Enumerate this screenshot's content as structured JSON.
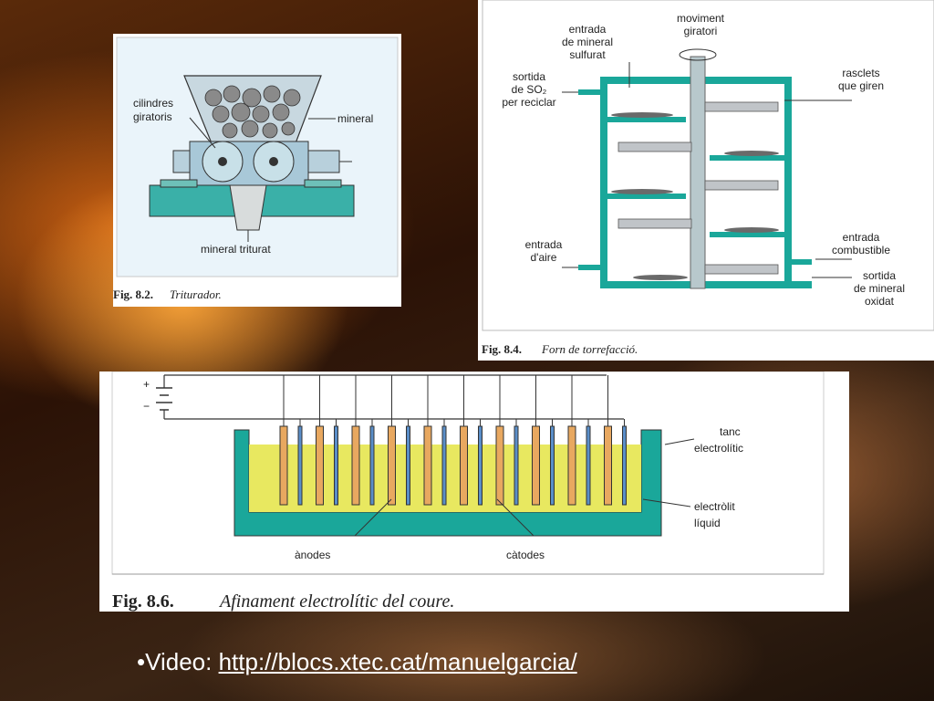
{
  "fig82": {
    "labels": {
      "cilindres": [
        "cilindres",
        "giratoris"
      ],
      "mineral": "mineral",
      "triturat": "mineral triturat"
    },
    "caption": {
      "num": "Fig. 8.2.",
      "text": "Triturador."
    }
  },
  "fig84": {
    "labels": {
      "entrada_mineral": [
        "entrada",
        "de mineral",
        "sulfurat"
      ],
      "moviment": [
        "moviment",
        "giratori"
      ],
      "sortida_so2": [
        "sortida",
        "de SO₂",
        "per reciclar"
      ],
      "rasclets": [
        "rasclets",
        "que giren"
      ],
      "entrada_aire": [
        "entrada",
        "d'aire"
      ],
      "entrada_combustible": [
        "entrada",
        "combustible"
      ],
      "sortida_mineral": [
        "sortida",
        "de mineral",
        "oxidat"
      ]
    },
    "caption": {
      "num": "Fig. 8.4.",
      "text": "Forn de torrefacció."
    }
  },
  "fig86": {
    "labels": {
      "tanc": [
        "tanc",
        "electrolític"
      ],
      "electrolit": [
        "electròlit",
        "líquid"
      ],
      "anodes": "ànodes",
      "catodes": "càtodes",
      "plus": "+",
      "minus": "−"
    },
    "caption": {
      "num": "Fig. 8.6.",
      "text": "Afinament electrolític del coure."
    }
  },
  "video": {
    "prefix": "•Video: ",
    "link": "http://blocs.xtec.cat/manuelgarcia/"
  },
  "colors": {
    "teal": "#1aa79a",
    "anode": "#e8a860",
    "cathode": "#5a8ec8",
    "electrolyte": "#e8e860"
  }
}
